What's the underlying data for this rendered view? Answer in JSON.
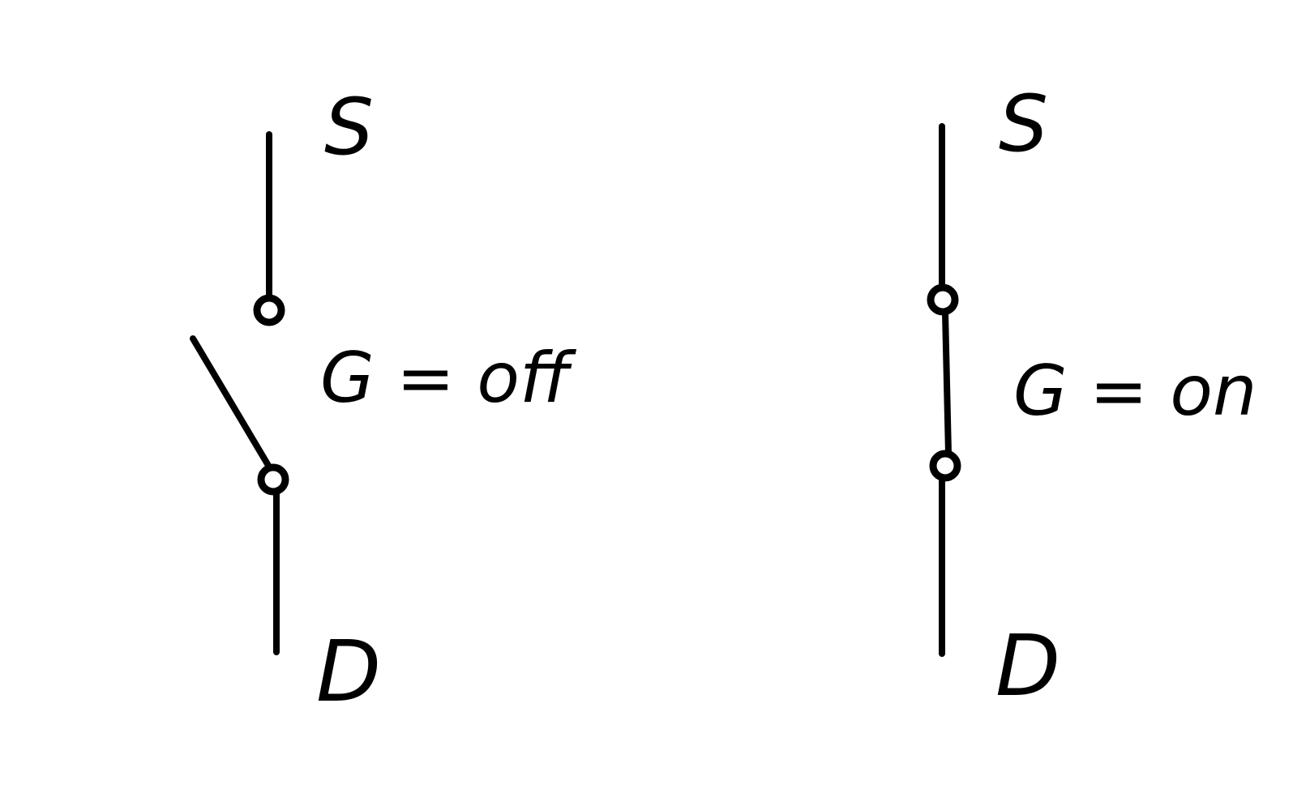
{
  "switches": [
    {
      "id": "off",
      "state_label": "G = off",
      "top_label": "S",
      "bottom_label": "D"
    },
    {
      "id": "on",
      "state_label": "G = on",
      "top_label": "S",
      "bottom_label": "D"
    }
  ],
  "colors": {
    "stroke": "#000000",
    "background": "#ffffff"
  }
}
